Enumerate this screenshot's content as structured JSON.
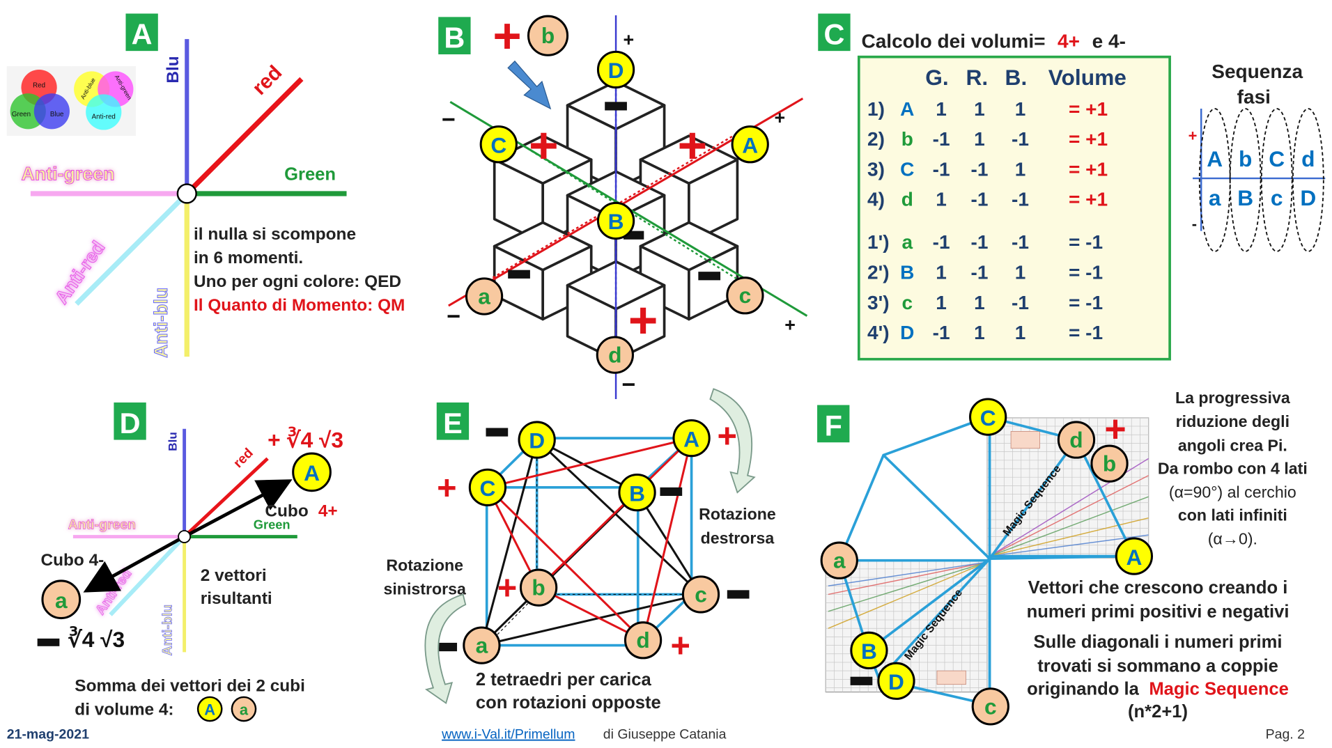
{
  "panels": {
    "A": {
      "letter": "A",
      "axes": {
        "blu": "Blu",
        "red": "red",
        "green": "Green",
        "anti_green": "Anti-green",
        "anti_red": "Anti-red",
        "anti_blu": "Anti-blu"
      },
      "venn1": {
        "red": "Red",
        "green": "Green",
        "blue": "Blue"
      },
      "venn2": {
        "anti_blue": "Anti-blue",
        "anti_green": "Anti-green",
        "anti_red": "Anti-red"
      },
      "text": [
        "il nulla si scompone",
        "in 6 momenti.",
        "Uno per ogni colore: QED"
      ],
      "text_red": "Il Quanto di Momento: QM"
    },
    "B": {
      "letter": "B",
      "plus": "+",
      "minus": "−",
      "sign_plus": "+",
      "sign_minus": "−",
      "nodes": {
        "b_top": "b",
        "D": "D",
        "C": "C",
        "A": "A",
        "B": "B",
        "a": "a",
        "c": "c",
        "d": "d"
      }
    },
    "C": {
      "letter": "C",
      "title": "Calcolo dei volumi=",
      "title_red": "4+",
      "title_and": "e 4-",
      "headers": {
        "g": "G.",
        "r": "R.",
        "b": "B.",
        "volume": "Volume"
      },
      "rows": [
        {
          "idx": "1)",
          "name": "A",
          "g": "1",
          "r": "1",
          "b": "1",
          "vol": "= +1"
        },
        {
          "idx": "2)",
          "name": "b",
          "g": "-1",
          "r": "1",
          "b": "-1",
          "vol": "= +1"
        },
        {
          "idx": "3)",
          "name": "C",
          "g": "-1",
          "r": "-1",
          "b": "1",
          "vol": "= +1"
        },
        {
          "idx": "4)",
          "name": "d",
          "g": "1",
          "r": "-1",
          "b": "-1",
          "vol": "= +1"
        },
        {
          "idx": "1')",
          "name": "a",
          "g": "-1",
          "r": "-1",
          "b": "-1",
          "vol": "=  -1"
        },
        {
          "idx": "2')",
          "name": "B",
          "g": "1",
          "r": "-1",
          "b": "1",
          "vol": "=  -1"
        },
        {
          "idx": "3')",
          "name": "c",
          "g": "1",
          "r": "1",
          "b": "-1",
          "vol": "=  -1"
        },
        {
          "idx": "4')",
          "name": "D",
          "g": "-1",
          "r": "1",
          "b": "1",
          "vol": "=  -1"
        }
      ],
      "sequence": {
        "title1": "Sequenza",
        "title2": "fasi",
        "plus": "+",
        "minus": "-",
        "top": [
          "A",
          "b",
          "C",
          "d"
        ],
        "bottom": [
          "a",
          "B",
          "c",
          "D"
        ]
      }
    },
    "D": {
      "letter": "D",
      "axes": {
        "blu": "Blu",
        "red": "red",
        "green": "Green",
        "anti_green": "Anti-green",
        "anti_red": "Anti-red",
        "anti_blu": "Anti-blu"
      },
      "plus_formula": "+ ∛4 √3",
      "minus_formula": "∛4 √3",
      "minus_sign": "−",
      "cubo_plus": "Cubo",
      "cubo_plus_red": "4+",
      "cubo_minus": "Cubo 4-",
      "node_A": "A",
      "node_a": "a",
      "vettori1": "2 vettori",
      "vettori2": "risultanti",
      "somma1": "Somma dei vettori dei 2 cubi",
      "somma2": "di volume 4:",
      "somma_A": "A",
      "somma_a": "a"
    },
    "E": {
      "letter": "E",
      "nodes": {
        "D": "D",
        "A": "A",
        "C": "C",
        "B": "B",
        "b": "b",
        "c": "c",
        "a": "a",
        "d": "d"
      },
      "signs": {
        "plus": "+",
        "minus": "−"
      },
      "rot_right1": "Rotazione",
      "rot_right2": "destrorsa",
      "rot_left1": "Rotazione",
      "rot_left2": "sinistrorsa",
      "caption1": "2 tetraedri per carica",
      "caption2": "con rotazioni opposte"
    },
    "F": {
      "letter": "F",
      "nodes": {
        "C": "C",
        "d": "d",
        "b": "b",
        "a": "a",
        "A": "A",
        "B": "B",
        "D": "D",
        "c": "c"
      },
      "plus": "+",
      "minus": "−",
      "magic1": "Magic Sequence",
      "magic2": "Magic Sequence",
      "note": [
        "La progressiva",
        "riduzione degli",
        "angoli crea Pi.",
        "Da rombo con 4 lati",
        "(α=90°) al cerchio",
        "con lati infiniti",
        "(α→0)."
      ],
      "vettori": [
        "Vettori che crescono creando i",
        "numeri primi positivi e negativi"
      ],
      "diagonali1": "Sulle diagonali i numeri primi",
      "diagonali2": "trovati si sommano a coppie",
      "diagonali3": "originando la",
      "diagonali3_red": "Magic Sequence",
      "diagonali4": "(n*2+1)"
    }
  },
  "footer": {
    "date": "21-mag-2021",
    "link": "www.i-Val.it/Primellum",
    "author": " di Giuseppe Catania",
    "page": "Pag. 2"
  },
  "colors": {
    "panel_letter_bg": "#1faa4f",
    "node_yellow": "#ffff00",
    "node_peach": "#f8c9a0",
    "red": "#e0141a",
    "blue_text": "#0070c0",
    "green_text": "#1f9a3a",
    "table_bg": "#fdfbe0",
    "table_border": "#29a84a"
  }
}
